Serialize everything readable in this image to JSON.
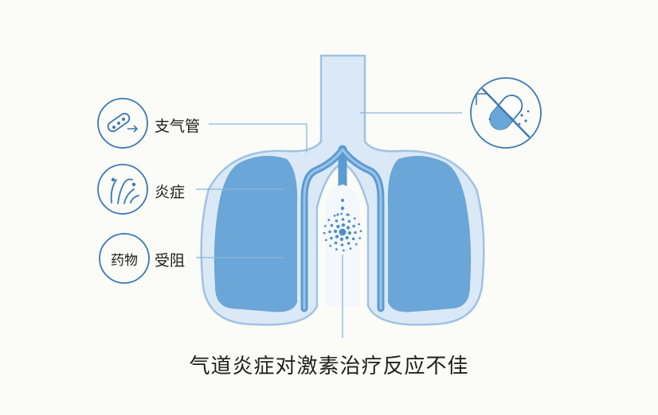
{
  "labels": {
    "bronchus": "支气管",
    "inflammation": "炎症",
    "drug": "药物",
    "blocked": "受阻"
  },
  "caption": "气道炎症对激素治疗反应不佳",
  "icons": {
    "bronchus": "bronchus-icon",
    "inflammation": "inflammation-icon",
    "no_drug": "no-capsule-icon"
  },
  "colors": {
    "lung_fill": "#6aa6d8",
    "lung_outline": "#dbe9f6",
    "trachea": "#cfe1f2",
    "airway": "#5a9bd3",
    "icon_stroke": "#3b78b4"
  }
}
